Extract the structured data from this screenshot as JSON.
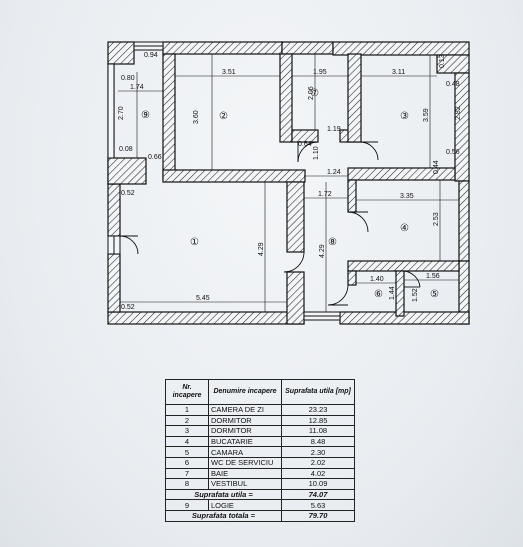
{
  "rooms": [
    {
      "num": "①"
    },
    {
      "num": "②"
    },
    {
      "num": "③"
    },
    {
      "num": "④"
    },
    {
      "num": "⑤"
    },
    {
      "num": "⑥"
    },
    {
      "num": "⑦"
    },
    {
      "num": "⑧"
    },
    {
      "num": "⑨"
    }
  ],
  "dims": {
    "d094": "0.94",
    "d080": "0.80",
    "d174": "1.74",
    "d270": "2.70",
    "d008": "0.08",
    "d066": "0.66",
    "d052a": "0.52",
    "d052b": "0.52",
    "d545": "5.45",
    "d429a": "4.29",
    "d351": "3.51",
    "d360": "3.60",
    "d195": "1.95",
    "d206": "2.06",
    "d119": "1.19",
    "d064": "0.64",
    "d110": "1.10",
    "d124": "1.24",
    "d172": "1.72",
    "d429b": "4.29",
    "d311": "3.11",
    "d013": "0.13",
    "d048": "0.48",
    "d359": "3.59",
    "d282": "2.82",
    "d056": "0.56",
    "d044": "0.44",
    "d335": "3.35",
    "d253": "2.53",
    "d140": "1.40",
    "d144": "1.44",
    "d156": "1.56",
    "d152": "1.52"
  },
  "table": {
    "headers": [
      "Nr. incapere",
      "Denumire incapere",
      "Suprafata utila [mp]"
    ],
    "rows": [
      {
        "nr": "1",
        "name": "CAMERA DE ZI",
        "area": "23.23"
      },
      {
        "nr": "2",
        "name": "DORMITOR",
        "area": "12.85"
      },
      {
        "nr": "3",
        "name": "DORMITOR",
        "area": "11.08"
      },
      {
        "nr": "4",
        "name": "BUCATARIE",
        "area": "8.48"
      },
      {
        "nr": "5",
        "name": "CAMARA",
        "area": "2.30"
      },
      {
        "nr": "6",
        "name": "WC DE SERVICIU",
        "area": "2.02"
      },
      {
        "nr": "7",
        "name": "BAIE",
        "area": "4.02"
      },
      {
        "nr": "8",
        "name": "VESTIBUL",
        "area": "10.09"
      }
    ],
    "suprafata_utila_label": "Suprafata utila =",
    "suprafata_utila_value": "74.07",
    "logie": {
      "nr": "9",
      "name": "LOGIE",
      "area": "5.63"
    },
    "suprafata_totala_label": "Suprafata totala =",
    "suprafata_totala_value": "79.70"
  }
}
